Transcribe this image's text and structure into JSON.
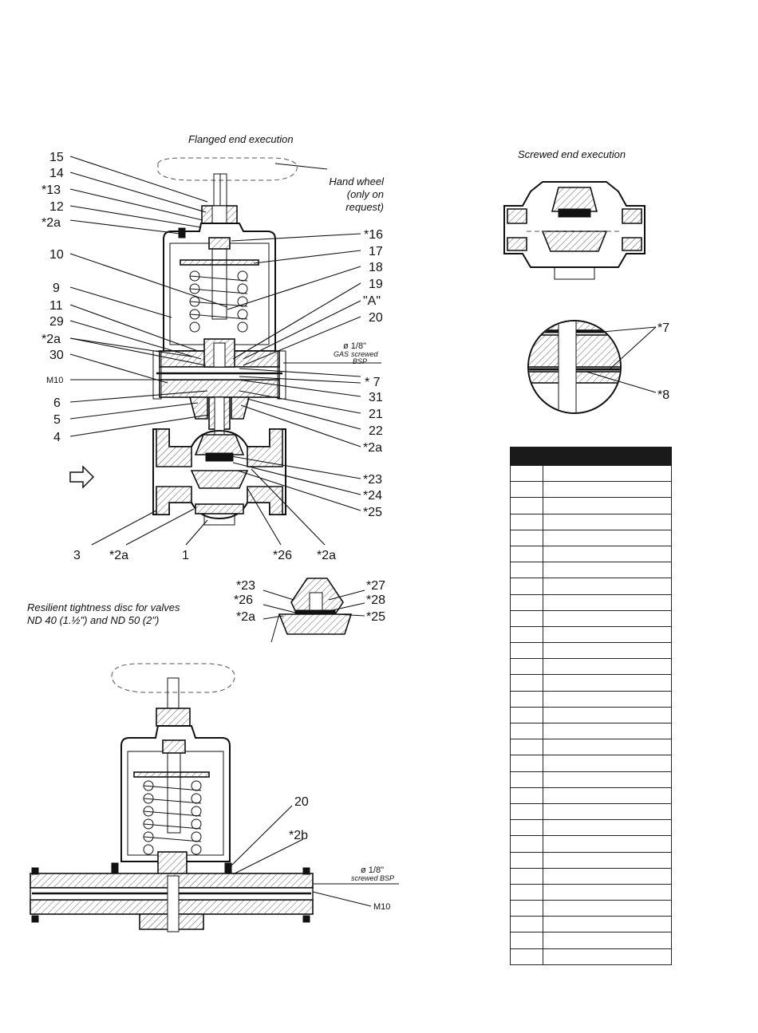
{
  "captions": {
    "flanged": "Flanged end execution",
    "screwed": "Screwed end execution",
    "resilient_line1": "Resilient tightness disc for valves",
    "resilient_line2": "ND 40 (1.½\") and ND 50 (2\")"
  },
  "handwheel": {
    "line1": "Hand wheel",
    "line2": "(only on",
    "line3": "request)"
  },
  "left_labels": [
    "15",
    "14",
    "*13",
    "12",
    "*2a",
    "10",
    "9",
    "11",
    "29",
    "*2a",
    "30",
    "M10",
    "6",
    "5",
    "4"
  ],
  "right_labels": [
    "*16",
    "17",
    "18",
    "19",
    "\"A\"",
    "20",
    "* 7",
    "31",
    "21",
    "22",
    "*2a",
    "*23",
    "*24",
    "*25"
  ],
  "port": {
    "size": "ø 1/8\"",
    "thread1": "GAS",
    "thread2": "screwed",
    "thread3": "BSP"
  },
  "bottom_labels": [
    "3",
    "*2a",
    "1",
    "*26",
    "*2a"
  ],
  "detail_labels": {
    "l1": "*23",
    "l2": "*26",
    "l3": "*2a",
    "r1": "*27",
    "r2": "*28",
    "r3": "*25"
  },
  "circle_labels": {
    "a": "*7",
    "b": "*8"
  },
  "lower_view": {
    "l1": "20",
    "l2": "*2b",
    "port_size": "ø 1/8\"",
    "port_thread": "screwed BSP",
    "m10": "M10"
  },
  "parts_table": {
    "headers": [
      "",
      ""
    ],
    "rows": [
      "",
      "",
      "",
      "",
      "",
      "",
      "",
      "",
      "",
      "",
      "",
      "",
      "",
      "",
      "",
      "",
      "",
      "",
      "",
      "",
      "",
      "",
      "",
      "",
      "",
      "",
      "",
      "",
      "",
      "",
      ""
    ]
  }
}
